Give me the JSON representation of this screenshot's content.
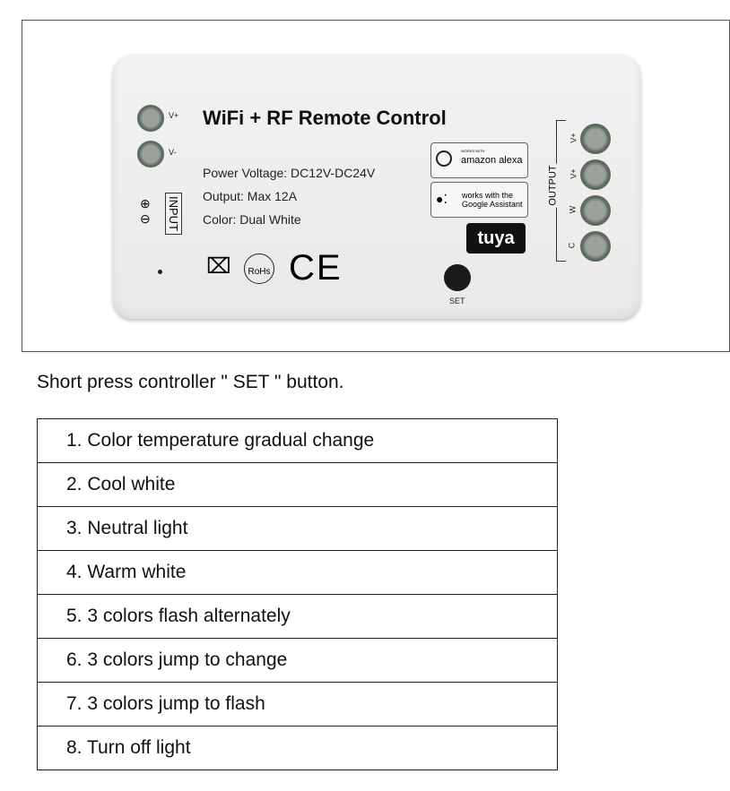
{
  "device": {
    "title": "WiFi + RF Remote Control",
    "specs": [
      "Power Voltage: DC12V-DC24V",
      "Output: Max 12A",
      "Color: Dual White"
    ],
    "input_terminals": [
      "V+",
      "V-"
    ],
    "input_label": "INPUT",
    "output_label": "OUTPUT",
    "output_terminals": [
      "V+",
      "V+",
      "W",
      "C"
    ],
    "alexa": {
      "small": "WORKS WITH",
      "main": "amazon alexa"
    },
    "google": {
      "line1": "works with the",
      "line2": "Google Assistant"
    },
    "tuya": "tuya",
    "rohs": "RoHs",
    "ce": "CE",
    "set_label": "SET"
  },
  "caption": "Short press controller \" SET \" button.",
  "modes": [
    "1. Color temperature gradual change",
    "2. Cool white",
    "3. Neutral light",
    "4. Warm white",
    "5. 3 colors flash alternately",
    "6. 3 colors jump to change",
    "7. 3 colors jump to flash",
    "8. Turn off light"
  ]
}
